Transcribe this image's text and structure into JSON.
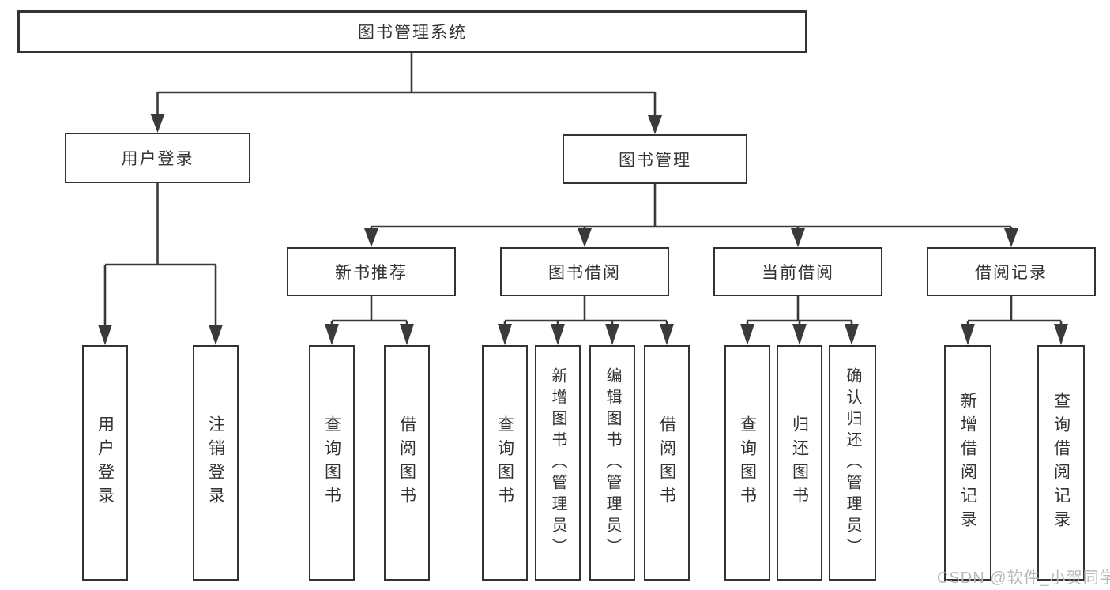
{
  "diagram": {
    "root": {
      "label": "图书管理系统"
    },
    "level2": [
      {
        "label": "用户登录",
        "children": [
          {
            "label": "用户登录"
          },
          {
            "label": "注销登录"
          }
        ]
      },
      {
        "label": "图书管理",
        "children": [
          {
            "label": "新书推荐",
            "children": [
              {
                "label": "查询图书"
              },
              {
                "label": "借阅图书"
              }
            ]
          },
          {
            "label": "图书借阅",
            "children": [
              {
                "label": "查询图书"
              },
              {
                "label": "新增图书（管理员）"
              },
              {
                "label": "编辑图书（管理员）"
              },
              {
                "label": "借阅图书"
              }
            ]
          },
          {
            "label": "当前借阅",
            "children": [
              {
                "label": "查询图书"
              },
              {
                "label": "归还图书"
              },
              {
                "label": "确认归还（管理员）"
              }
            ]
          },
          {
            "label": "借阅记录",
            "children": [
              {
                "label": "新增借阅记录"
              },
              {
                "label": "查询借阅记录"
              }
            ]
          }
        ]
      }
    ]
  },
  "watermark": {
    "text": "CSDN @软件_小贺同学"
  },
  "colors": {
    "line": "#3a3a3a",
    "text": "#333333",
    "watermark": "#b9b9b9",
    "background": "#ffffff"
  }
}
